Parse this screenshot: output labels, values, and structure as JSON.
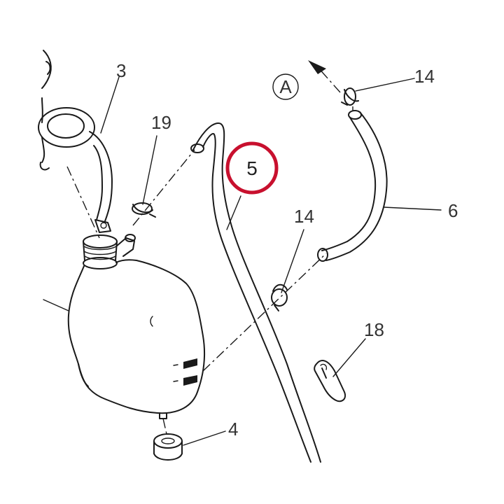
{
  "diagram": {
    "callouts": {
      "part_3": "3",
      "part_19": "19",
      "part_14_top": "14",
      "part_14_mid": "14",
      "part_5": "5",
      "part_6": "6",
      "part_18": "18",
      "part_4": "4",
      "ref_A": "A"
    },
    "colors": {
      "line": "#1a1a1a",
      "label": "#333333",
      "highlight_ring": "#c8102e"
    },
    "highlighted_part": "5"
  }
}
